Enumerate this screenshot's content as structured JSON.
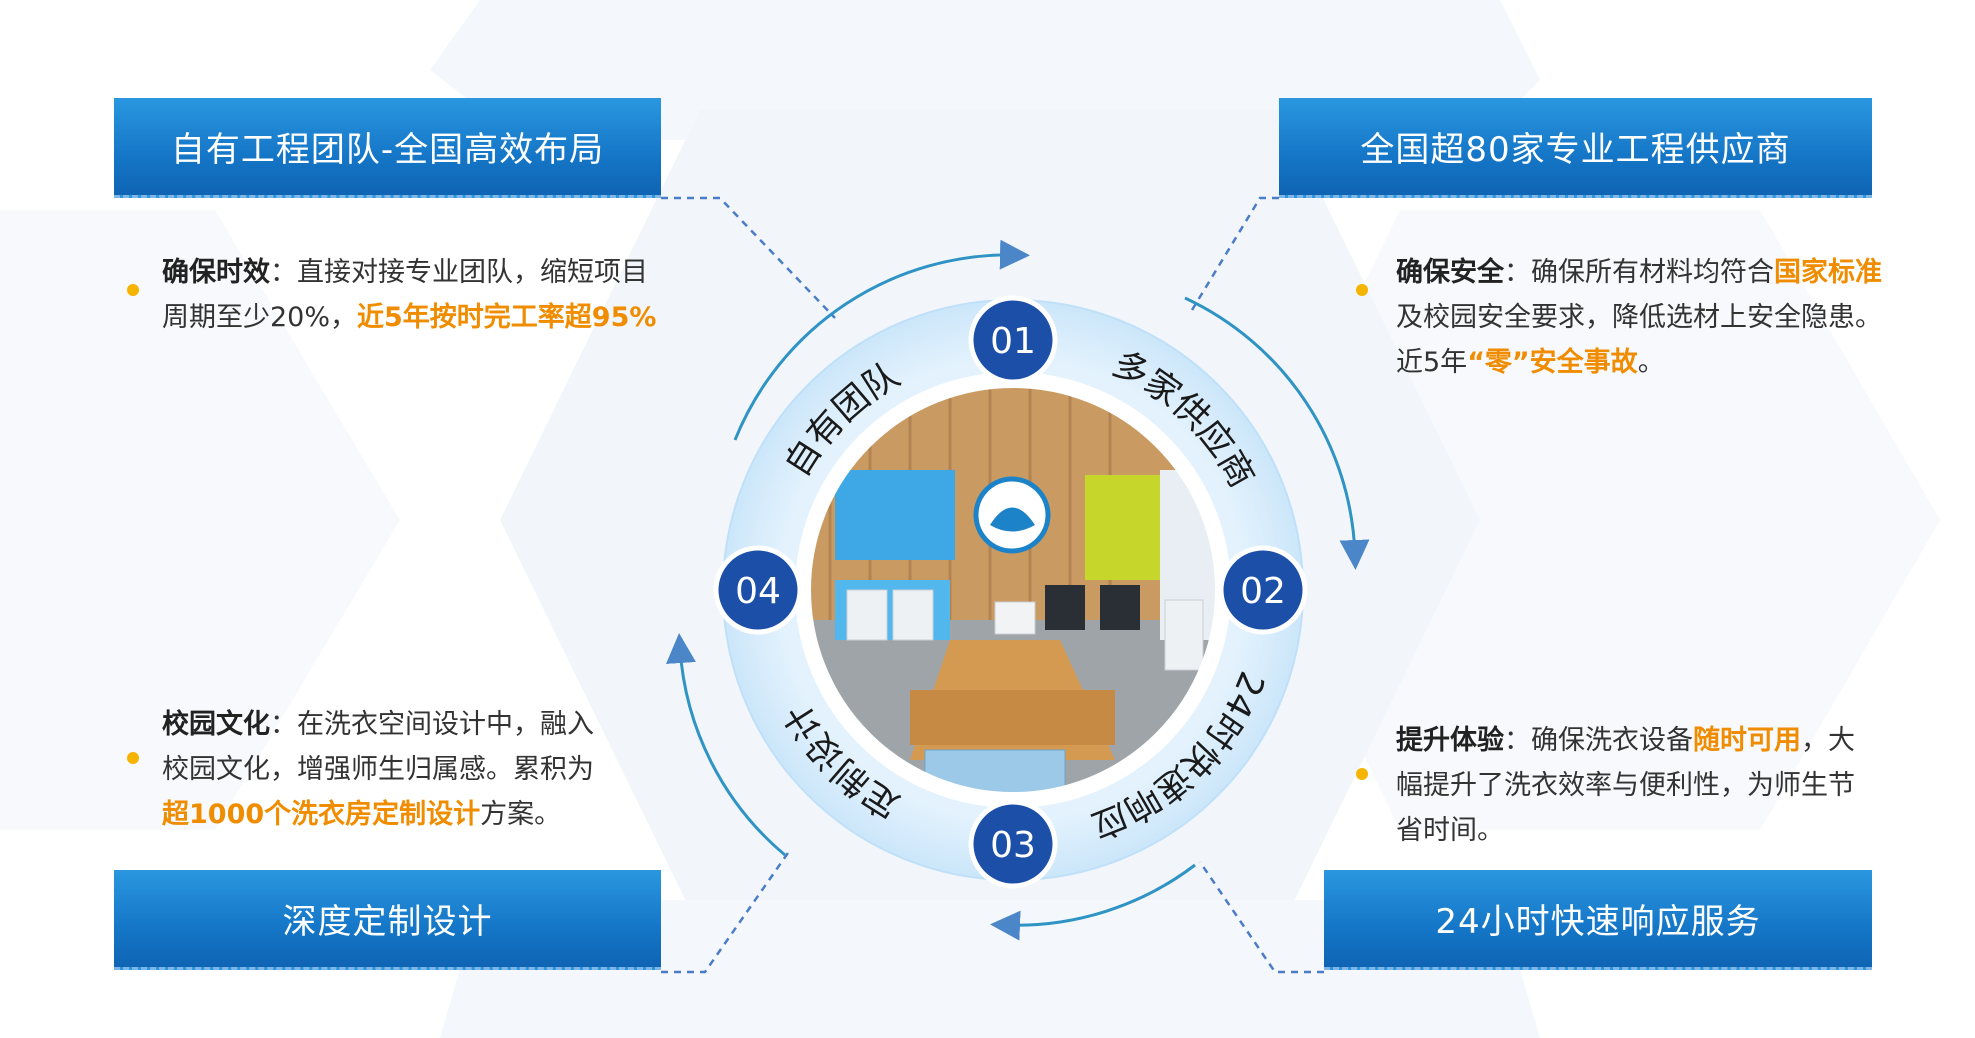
{
  "boxes": {
    "tl": "自有工程团队-全国高效布局",
    "tr": "全国超80家专业工程供应商",
    "bl": "深度定制设计",
    "br": "24小时快速响应服务"
  },
  "texts": {
    "tl": {
      "key": "确保时效",
      "colon": "：",
      "p1": "直接对接专业团队，缩短项目",
      "p2": "周期至少20%，",
      "hl": "近5年按时完工率超95%"
    },
    "tr": {
      "key": "确保安全",
      "colon": "：",
      "p1": "确保所有材料均符合",
      "hl1": "国家标准",
      "p2": "及校园安全要求，降低选材上安全隐患。",
      "p3": "近5年",
      "hl2": "“零”安全事故",
      "p4": "。"
    },
    "bl": {
      "key": "校园文化",
      "colon": "：",
      "p1": "在洗衣空间设计中，融入",
      "p2": "校园文化，增强师生归属感。累积为",
      "hl": "超1000个洗衣房定制设计",
      "p3": "方案。"
    },
    "br": {
      "key": "提升体验",
      "colon": "：",
      "p1": "确保洗衣设备",
      "hl": "随时可用",
      "p2": "，大",
      "p3": "幅提升了洗衣效率与便利性，为师生节",
      "p4": "省时间。"
    }
  },
  "circle": {
    "numbers": [
      "01",
      "02",
      "03",
      "04"
    ],
    "arc_labels": [
      "自有团队",
      "多家供应商",
      "24时快速响应",
      "定制设计"
    ]
  },
  "colors": {
    "box_blue": "#1576c7",
    "number_blue": "#1c50a8",
    "highlight_orange": "#f08c00",
    "bullet_yellow": "#f5b400",
    "arrow_blue": "#4a86c8",
    "ring_light": "#d4ecfb"
  }
}
